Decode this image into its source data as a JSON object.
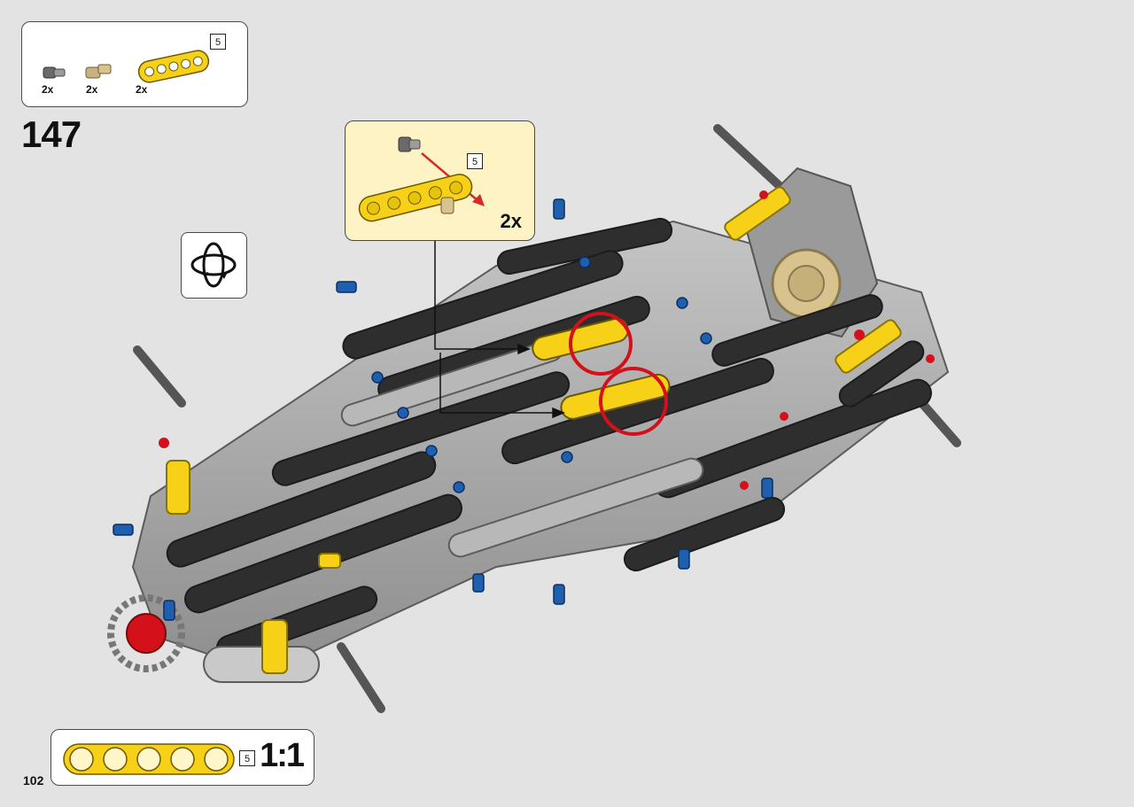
{
  "parts_list": {
    "items": [
      {
        "icon": "pin-with-bush-icon",
        "qty": "2x"
      },
      {
        "icon": "axle-pin-tan-icon",
        "qty": "2x"
      },
      {
        "icon": "yellow-beam-5-icon",
        "qty": "2x",
        "length": "5"
      }
    ]
  },
  "step": {
    "number": "147"
  },
  "callout": {
    "beam_length": "5",
    "qty": "2x"
  },
  "scale_reference": {
    "length": "5",
    "ratio": "1:1"
  },
  "page": {
    "number": "102"
  },
  "colors": {
    "beam_yellow": "#f7d117",
    "frame_black": "#2e2e2e",
    "frame_grey": "#a7a7a7",
    "pin_blue": "#1f5fb0",
    "highlight_red": "#d4101a",
    "arrow_red": "#d42a2a",
    "tan": "#d8c38e",
    "callout_bg": "#fdf3c4",
    "page_bg": "#e3e3e3"
  }
}
